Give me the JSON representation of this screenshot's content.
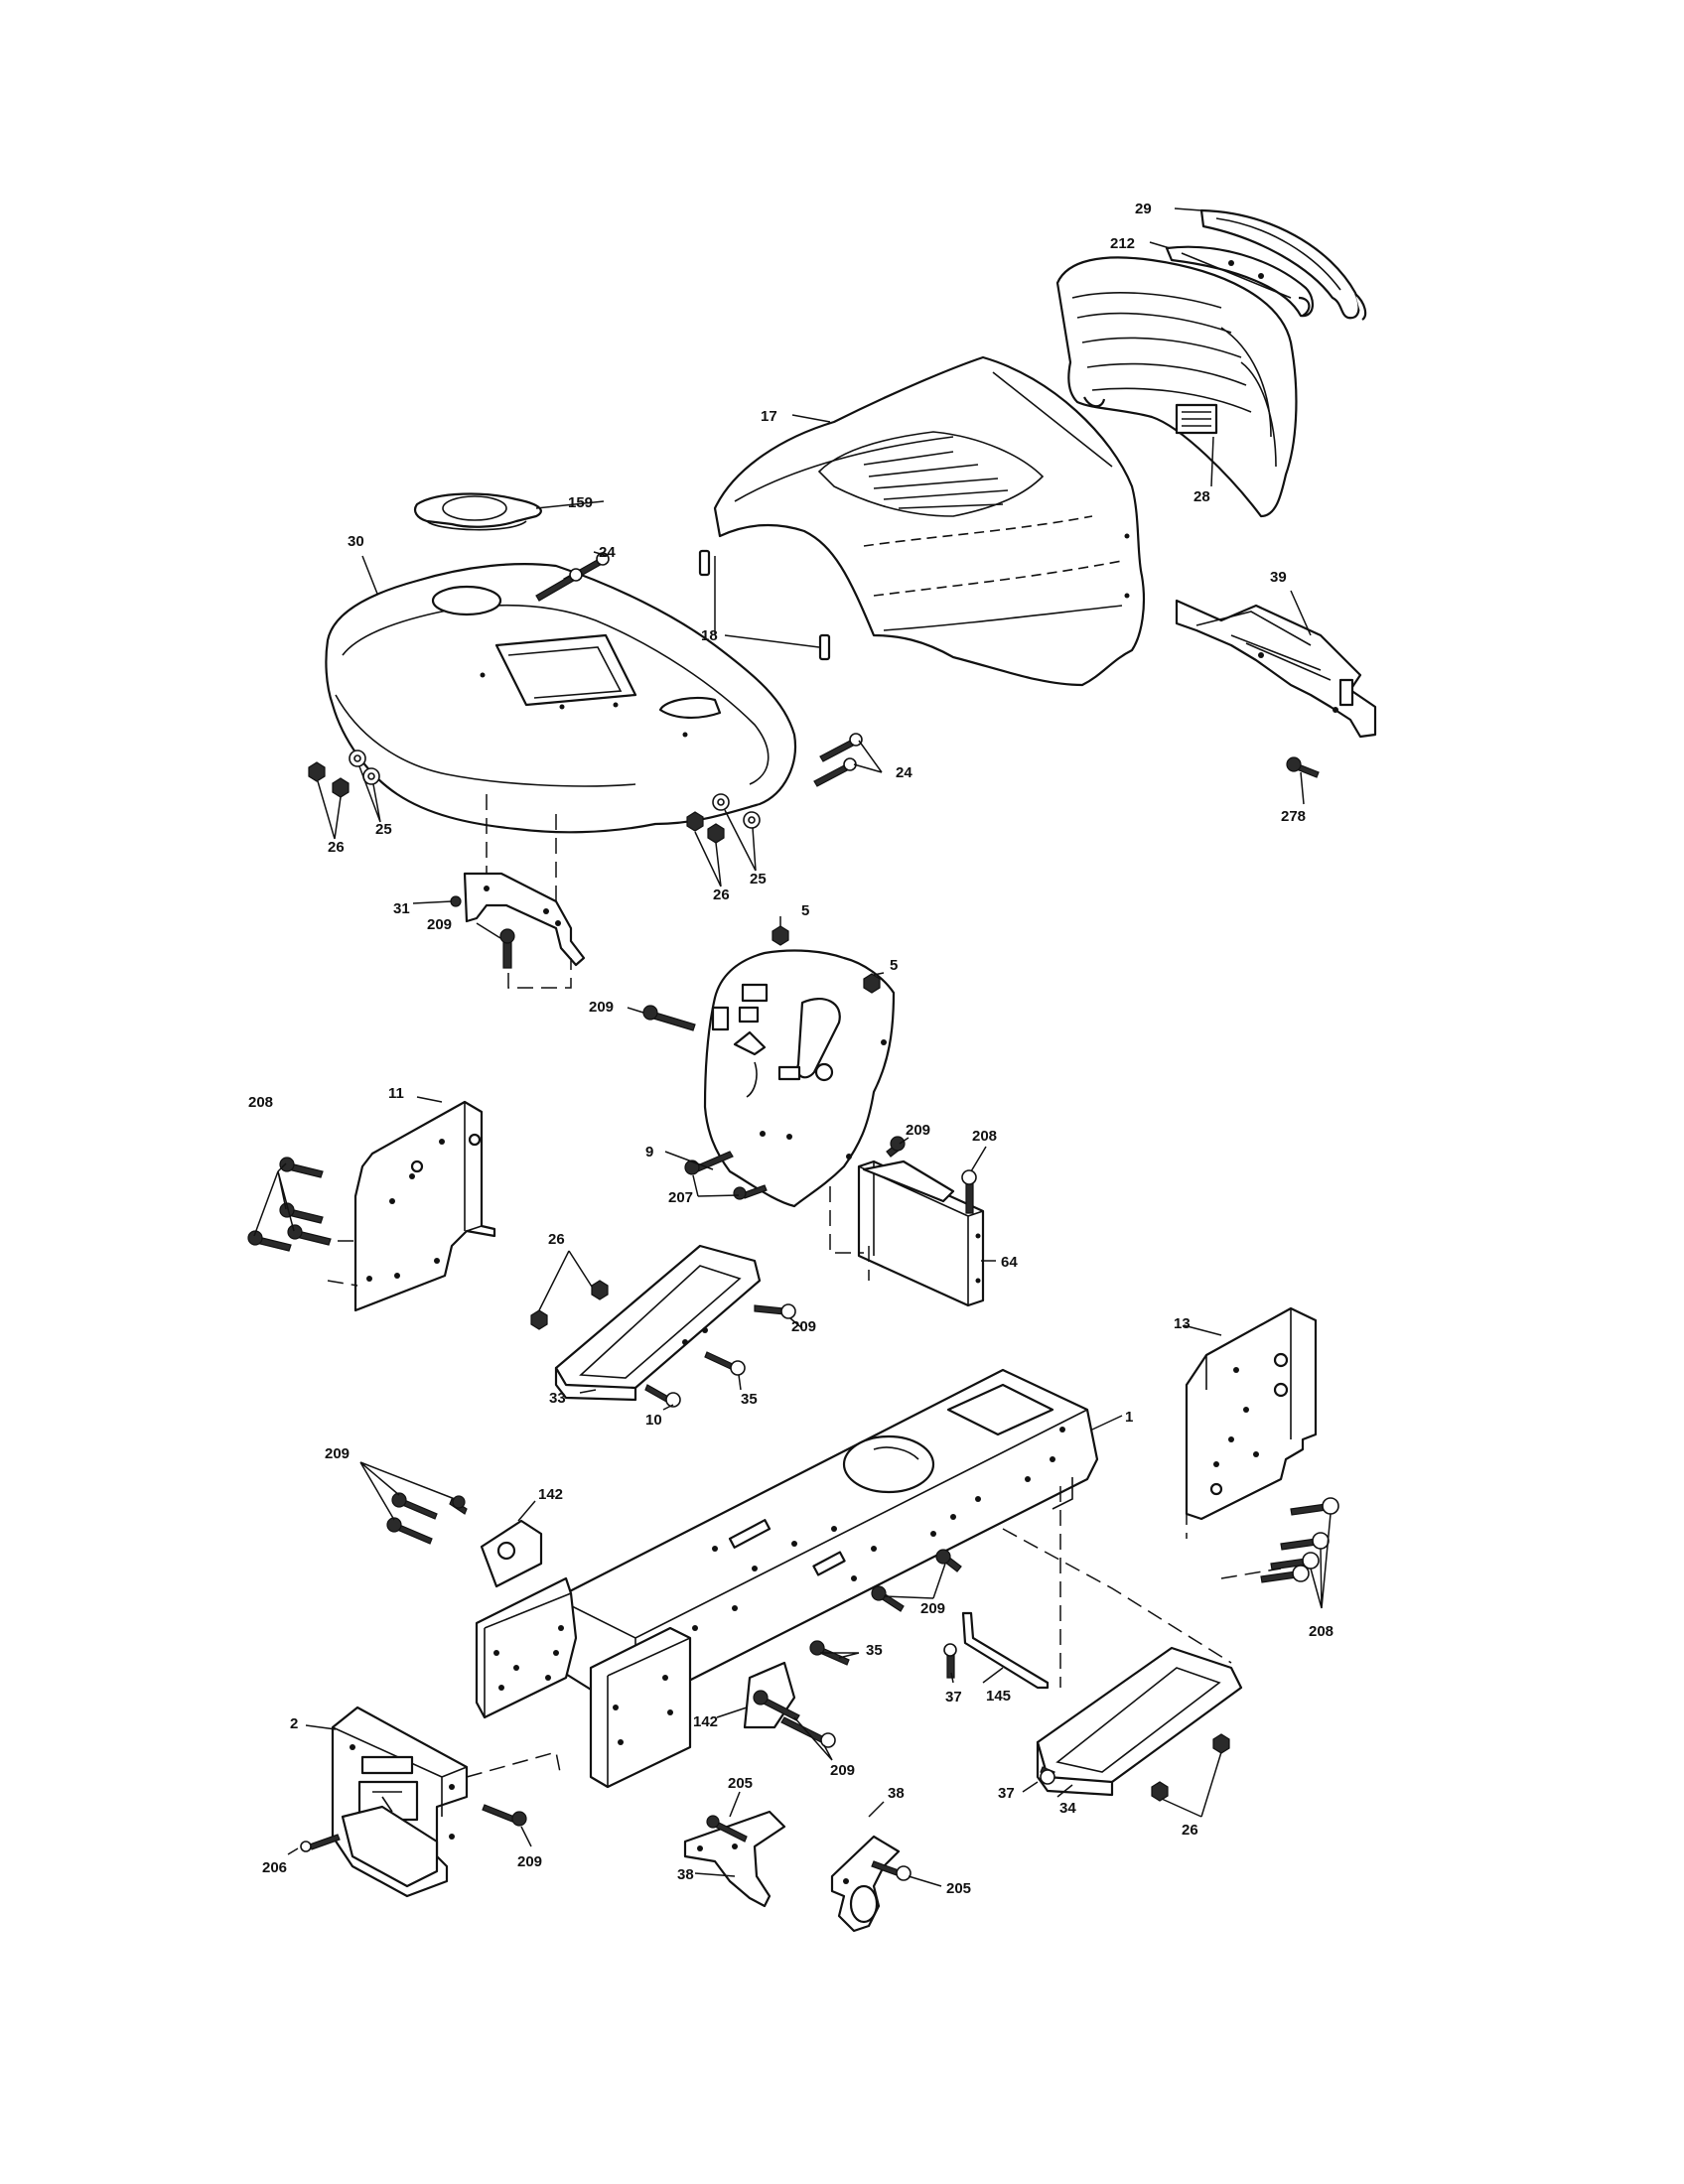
{
  "callouts": [
    {
      "id": "c29",
      "label": "29"
    },
    {
      "id": "c212",
      "label": "212"
    },
    {
      "id": "c17",
      "label": "17"
    },
    {
      "id": "c28",
      "label": "28"
    },
    {
      "id": "c159",
      "label": "159"
    },
    {
      "id": "c30",
      "label": "30"
    },
    {
      "id": "c24a",
      "label": "24"
    },
    {
      "id": "c18",
      "label": "18"
    },
    {
      "id": "c39",
      "label": "39"
    },
    {
      "id": "c24b",
      "label": "24"
    },
    {
      "id": "c278",
      "label": "278"
    },
    {
      "id": "c25a",
      "label": "25"
    },
    {
      "id": "c26a",
      "label": "26"
    },
    {
      "id": "c25b",
      "label": "25"
    },
    {
      "id": "c26b",
      "label": "26"
    },
    {
      "id": "c31",
      "label": "31"
    },
    {
      "id": "c209a",
      "label": "209"
    },
    {
      "id": "c5a",
      "label": "5"
    },
    {
      "id": "c5b",
      "label": "5"
    },
    {
      "id": "c209b",
      "label": "209"
    },
    {
      "id": "c9",
      "label": "9"
    },
    {
      "id": "c11",
      "label": "11"
    },
    {
      "id": "c208a",
      "label": "208"
    },
    {
      "id": "c209c",
      "label": "209"
    },
    {
      "id": "c208b",
      "label": "208"
    },
    {
      "id": "c207",
      "label": "207"
    },
    {
      "id": "c64",
      "label": "64"
    },
    {
      "id": "c26c",
      "label": "26"
    },
    {
      "id": "c209d",
      "label": "209"
    },
    {
      "id": "c35a",
      "label": "35"
    },
    {
      "id": "c33",
      "label": "33"
    },
    {
      "id": "c10",
      "label": "10"
    },
    {
      "id": "c13",
      "label": "13"
    },
    {
      "id": "c1",
      "label": "1"
    },
    {
      "id": "c209e",
      "label": "209"
    },
    {
      "id": "c142a",
      "label": "142"
    },
    {
      "id": "c209f",
      "label": "209"
    },
    {
      "id": "c208c",
      "label": "208"
    },
    {
      "id": "c35b",
      "label": "35"
    },
    {
      "id": "c37a",
      "label": "37"
    },
    {
      "id": "c145",
      "label": "145"
    },
    {
      "id": "c142b",
      "label": "142"
    },
    {
      "id": "c209g",
      "label": "209"
    },
    {
      "id": "c2",
      "label": "2"
    },
    {
      "id": "c205a",
      "label": "205"
    },
    {
      "id": "c38a",
      "label": "38"
    },
    {
      "id": "c37b",
      "label": "37"
    },
    {
      "id": "c34",
      "label": "34"
    },
    {
      "id": "c26d",
      "label": "26"
    },
    {
      "id": "c205b",
      "label": "205"
    },
    {
      "id": "c38b",
      "label": "38"
    },
    {
      "id": "c209h",
      "label": "209"
    },
    {
      "id": "c206",
      "label": "206"
    }
  ]
}
